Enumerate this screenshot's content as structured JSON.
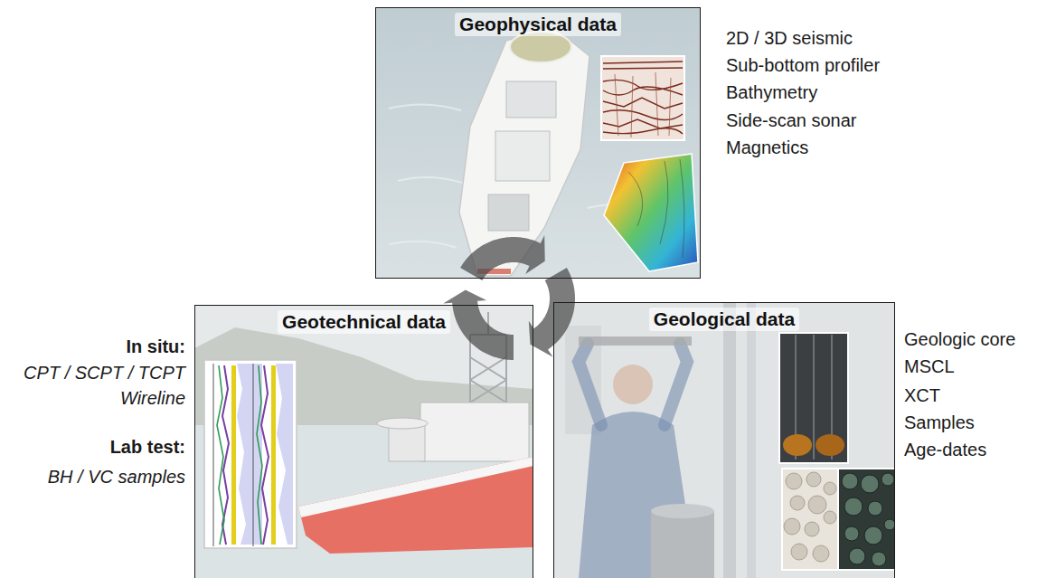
{
  "diagram": {
    "nodes": [
      {
        "text": [
          "Geophysical data"
        ]
      },
      {
        "text": [
          "Geotechnical data"
        ]
      },
      {
        "text": [
          "Geological data"
        ]
      }
    ],
    "labels": [
      "2D / 3D seismic",
      "Sub-bottom profiler",
      "Bathymetry",
      "Side-scan sonar",
      "Magnetics",
      "In situ:",
      "CPT / SCPT / TCPT",
      "Wireline",
      "Lab test:",
      "BH / VC samples",
      "Geologic core",
      "MSCL",
      "XCT",
      "Samples",
      "Age-dates"
    ]
  }
}
